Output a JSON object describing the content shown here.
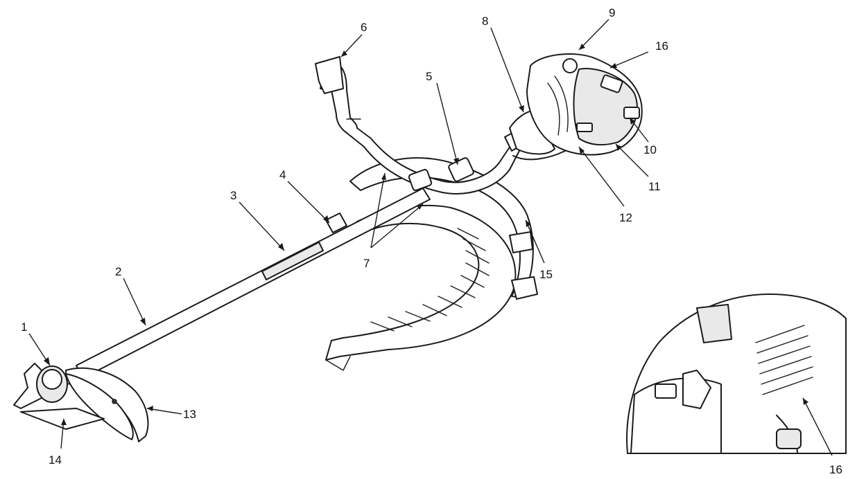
{
  "labels": [
    {
      "id": "1",
      "text": "1"
    },
    {
      "id": "2",
      "text": "2"
    },
    {
      "id": "3",
      "text": "3"
    },
    {
      "id": "4",
      "text": "4"
    },
    {
      "id": "5",
      "text": "5"
    },
    {
      "id": "6",
      "text": "6"
    },
    {
      "id": "7",
      "text": "7"
    },
    {
      "id": "8",
      "text": "8"
    },
    {
      "id": "9",
      "text": "9"
    },
    {
      "id": "10",
      "text": "10"
    },
    {
      "id": "11",
      "text": "11"
    },
    {
      "id": "12",
      "text": "12"
    },
    {
      "id": "13",
      "text": "13"
    },
    {
      "id": "14",
      "text": "14"
    },
    {
      "id": "15",
      "text": "15"
    },
    {
      "id": "16",
      "text": "16"
    },
    {
      "id": "16-inset",
      "text": "16"
    }
  ]
}
